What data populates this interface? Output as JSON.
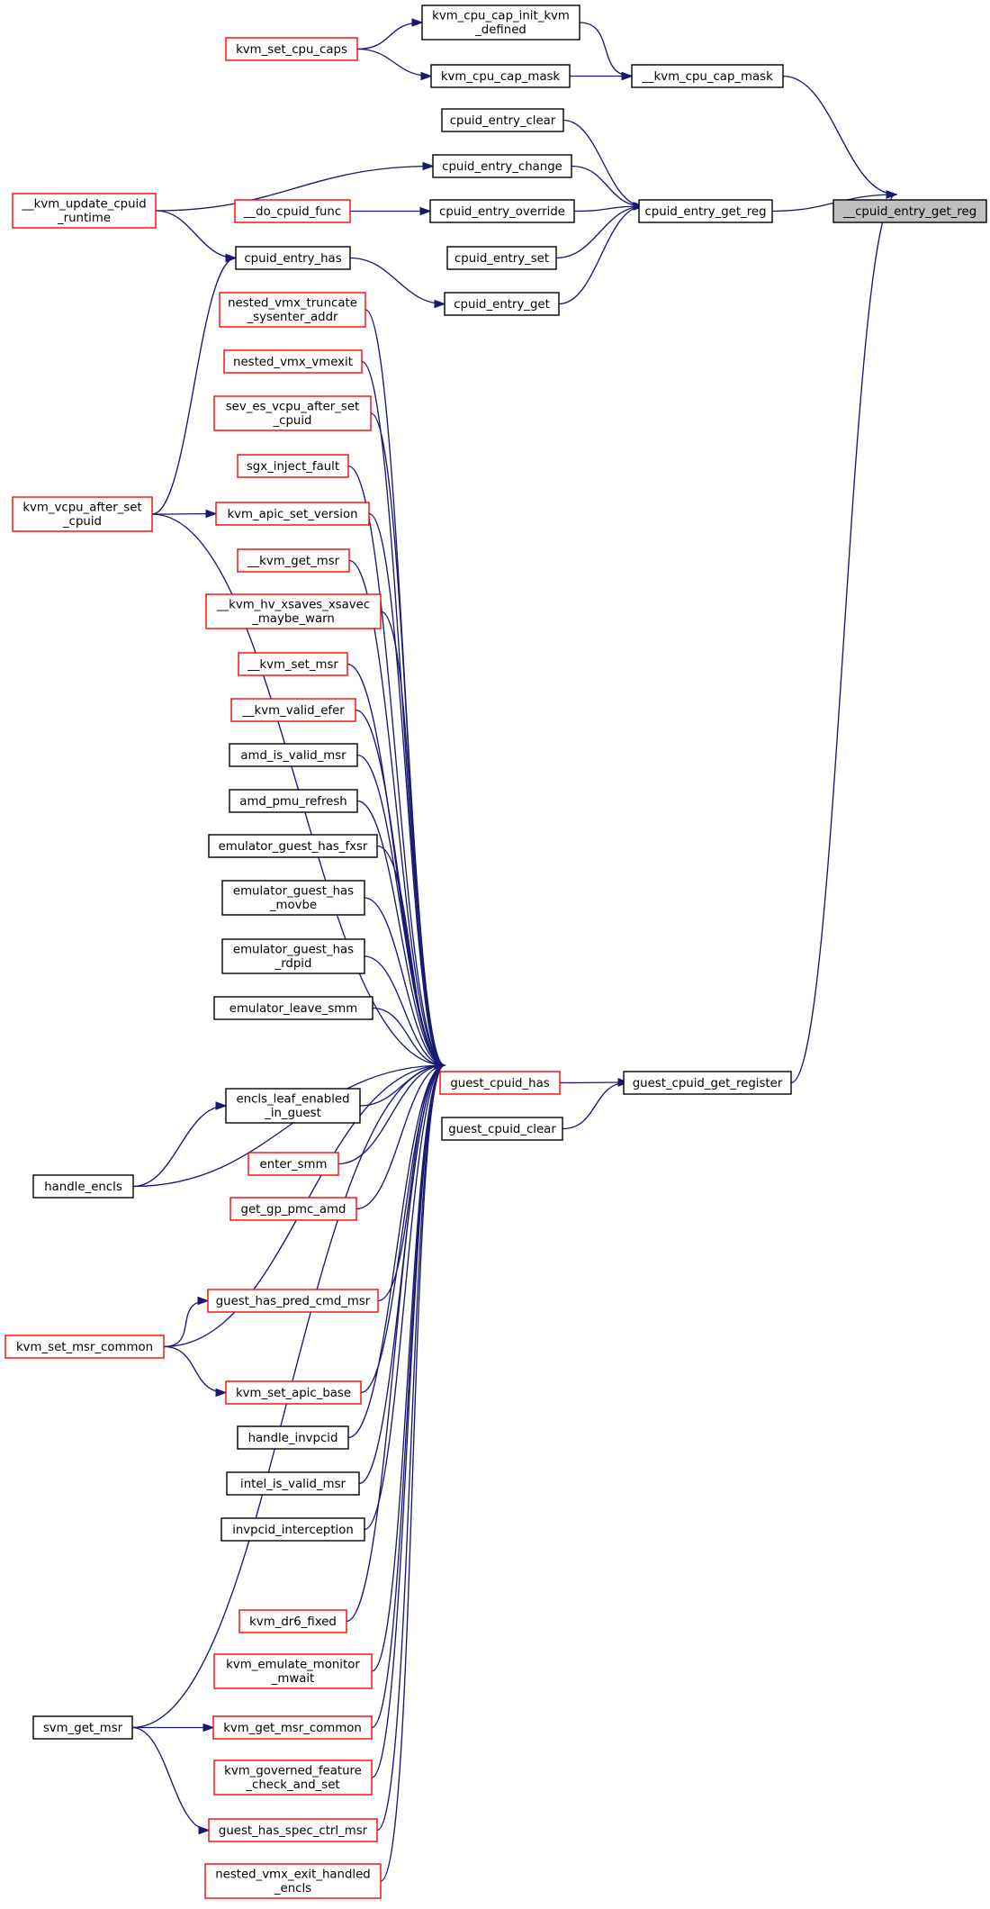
{
  "colors": {
    "edge": "#191970",
    "border_black": "#000000",
    "border_red": "#ff0000",
    "root_fill": "#bfbfbf"
  },
  "nodes": [
    {
      "id": "cpuid_entry_get_reg_root",
      "lines": [
        "__cpuid_entry_get_reg"
      ],
      "border": "black",
      "root": true
    },
    {
      "id": "kvm_cpu_cap_mask_u",
      "lines": [
        "__kvm_cpu_cap_mask"
      ],
      "border": "black"
    },
    {
      "id": "cpuid_entry_get_reg",
      "lines": [
        "cpuid_entry_get_reg"
      ],
      "border": "black"
    },
    {
      "id": "guest_cpuid_get_register",
      "lines": [
        "guest_cpuid_get_register"
      ],
      "border": "black"
    },
    {
      "id": "kvm_cpu_cap_init_kvm_defined",
      "lines": [
        "kvm_cpu_cap_init_kvm",
        "_defined"
      ],
      "border": "black"
    },
    {
      "id": "kvm_cpu_cap_mask",
      "lines": [
        "kvm_cpu_cap_mask"
      ],
      "border": "black"
    },
    {
      "id": "kvm_set_cpu_caps",
      "lines": [
        "kvm_set_cpu_caps"
      ],
      "border": "red"
    },
    {
      "id": "cpuid_entry_clear",
      "lines": [
        "cpuid_entry_clear"
      ],
      "border": "black"
    },
    {
      "id": "cpuid_entry_change",
      "lines": [
        "cpuid_entry_change"
      ],
      "border": "black"
    },
    {
      "id": "cpuid_entry_override",
      "lines": [
        "cpuid_entry_override"
      ],
      "border": "black"
    },
    {
      "id": "cpuid_entry_set",
      "lines": [
        "cpuid_entry_set"
      ],
      "border": "black"
    },
    {
      "id": "cpuid_entry_get",
      "lines": [
        "cpuid_entry_get"
      ],
      "border": "black"
    },
    {
      "id": "kvm_update_cpuid_runtime",
      "lines": [
        "__kvm_update_cpuid",
        "_runtime"
      ],
      "border": "red"
    },
    {
      "id": "do_cpuid_func",
      "lines": [
        "__do_cpuid_func"
      ],
      "border": "red"
    },
    {
      "id": "cpuid_entry_has",
      "lines": [
        "cpuid_entry_has"
      ],
      "border": "black"
    },
    {
      "id": "kvm_vcpu_after_set_cpuid",
      "lines": [
        "kvm_vcpu_after_set",
        "_cpuid"
      ],
      "border": "red"
    },
    {
      "id": "guest_cpuid_has",
      "lines": [
        "guest_cpuid_has"
      ],
      "border": "red"
    },
    {
      "id": "guest_cpuid_clear",
      "lines": [
        "guest_cpuid_clear"
      ],
      "border": "black"
    },
    {
      "id": "nested_vmx_truncate_sysenter_addr",
      "lines": [
        "nested_vmx_truncate",
        "_sysenter_addr"
      ],
      "border": "red"
    },
    {
      "id": "nested_vmx_vmexit",
      "lines": [
        "nested_vmx_vmexit"
      ],
      "border": "red"
    },
    {
      "id": "sev_es_vcpu_after_set_cpuid",
      "lines": [
        "sev_es_vcpu_after_set",
        "_cpuid"
      ],
      "border": "red"
    },
    {
      "id": "sgx_inject_fault",
      "lines": [
        "sgx_inject_fault"
      ],
      "border": "red"
    },
    {
      "id": "kvm_apic_set_version",
      "lines": [
        "kvm_apic_set_version"
      ],
      "border": "red"
    },
    {
      "id": "kvm_get_msr_u",
      "lines": [
        "__kvm_get_msr"
      ],
      "border": "red"
    },
    {
      "id": "kvm_hv_xsaves_xsavec_maybe_warn",
      "lines": [
        "__kvm_hv_xsaves_xsavec",
        "_maybe_warn"
      ],
      "border": "red"
    },
    {
      "id": "kvm_set_msr_u",
      "lines": [
        "__kvm_set_msr"
      ],
      "border": "red"
    },
    {
      "id": "kvm_valid_efer",
      "lines": [
        "__kvm_valid_efer"
      ],
      "border": "red"
    },
    {
      "id": "amd_is_valid_msr",
      "lines": [
        "amd_is_valid_msr"
      ],
      "border": "black"
    },
    {
      "id": "amd_pmu_refresh",
      "lines": [
        "amd_pmu_refresh"
      ],
      "border": "black"
    },
    {
      "id": "emulator_guest_has_fxsr",
      "lines": [
        "emulator_guest_has_fxsr"
      ],
      "border": "black"
    },
    {
      "id": "emulator_guest_has_movbe",
      "lines": [
        "emulator_guest_has",
        "_movbe"
      ],
      "border": "black"
    },
    {
      "id": "emulator_guest_has_rdpid",
      "lines": [
        "emulator_guest_has",
        "_rdpid"
      ],
      "border": "black"
    },
    {
      "id": "emulator_leave_smm",
      "lines": [
        "emulator_leave_smm"
      ],
      "border": "black"
    },
    {
      "id": "encls_leaf_enabled_in_guest",
      "lines": [
        "encls_leaf_enabled",
        "_in_guest"
      ],
      "border": "black"
    },
    {
      "id": "enter_smm",
      "lines": [
        "enter_smm"
      ],
      "border": "red"
    },
    {
      "id": "get_gp_pmc_amd",
      "lines": [
        "get_gp_pmc_amd"
      ],
      "border": "red"
    },
    {
      "id": "handle_encls",
      "lines": [
        "handle_encls"
      ],
      "border": "black"
    },
    {
      "id": "guest_has_pred_cmd_msr",
      "lines": [
        "guest_has_pred_cmd_msr"
      ],
      "border": "red"
    },
    {
      "id": "kvm_set_msr_common",
      "lines": [
        "kvm_set_msr_common"
      ],
      "border": "red"
    },
    {
      "id": "kvm_set_apic_base",
      "lines": [
        "kvm_set_apic_base"
      ],
      "border": "red"
    },
    {
      "id": "handle_invpcid",
      "lines": [
        "handle_invpcid"
      ],
      "border": "black"
    },
    {
      "id": "intel_is_valid_msr",
      "lines": [
        "intel_is_valid_msr"
      ],
      "border": "black"
    },
    {
      "id": "invpcid_interception",
      "lines": [
        "invpcid_interception"
      ],
      "border": "black"
    },
    {
      "id": "kvm_dr6_fixed",
      "lines": [
        "kvm_dr6_fixed"
      ],
      "border": "red"
    },
    {
      "id": "kvm_emulate_monitor_mwait",
      "lines": [
        "kvm_emulate_monitor",
        "_mwait"
      ],
      "border": "red"
    },
    {
      "id": "svm_get_msr",
      "lines": [
        "svm_get_msr"
      ],
      "border": "black"
    },
    {
      "id": "kvm_get_msr_common",
      "lines": [
        "kvm_get_msr_common"
      ],
      "border": "red"
    },
    {
      "id": "kvm_governed_feature_check_and_set",
      "lines": [
        "kvm_governed_feature",
        "_check_and_set"
      ],
      "border": "red"
    },
    {
      "id": "guest_has_spec_ctrl_msr",
      "lines": [
        "guest_has_spec_ctrl_msr"
      ],
      "border": "red"
    },
    {
      "id": "nested_vmx_exit_handled_encls",
      "lines": [
        "nested_vmx_exit_handled",
        "_encls"
      ],
      "border": "red"
    }
  ],
  "edges": [
    [
      "kvm_cpu_cap_mask_u",
      "cpuid_entry_get_reg_root"
    ],
    [
      "cpuid_entry_get_reg",
      "cpuid_entry_get_reg_root"
    ],
    [
      "guest_cpuid_get_register",
      "cpuid_entry_get_reg_root"
    ],
    [
      "kvm_cpu_cap_init_kvm_defined",
      "kvm_cpu_cap_mask_u"
    ],
    [
      "kvm_cpu_cap_mask",
      "kvm_cpu_cap_mask_u"
    ],
    [
      "kvm_set_cpu_caps",
      "kvm_cpu_cap_init_kvm_defined"
    ],
    [
      "kvm_set_cpu_caps",
      "kvm_cpu_cap_mask"
    ],
    [
      "cpuid_entry_clear",
      "cpuid_entry_get_reg"
    ],
    [
      "cpuid_entry_change",
      "cpuid_entry_get_reg"
    ],
    [
      "cpuid_entry_override",
      "cpuid_entry_get_reg"
    ],
    [
      "cpuid_entry_set",
      "cpuid_entry_get_reg"
    ],
    [
      "cpuid_entry_get",
      "cpuid_entry_get_reg"
    ],
    [
      "kvm_update_cpuid_runtime",
      "cpuid_entry_change"
    ],
    [
      "kvm_update_cpuid_runtime",
      "cpuid_entry_has"
    ],
    [
      "do_cpuid_func",
      "cpuid_entry_override"
    ],
    [
      "cpuid_entry_has",
      "cpuid_entry_get"
    ],
    [
      "kvm_vcpu_after_set_cpuid",
      "cpuid_entry_has"
    ],
    [
      "kvm_vcpu_after_set_cpuid",
      "kvm_apic_set_version"
    ],
    [
      "kvm_vcpu_after_set_cpuid",
      "guest_cpuid_has"
    ],
    [
      "guest_cpuid_has",
      "guest_cpuid_get_register"
    ],
    [
      "guest_cpuid_clear",
      "guest_cpuid_get_register"
    ],
    [
      "nested_vmx_truncate_sysenter_addr",
      "guest_cpuid_has"
    ],
    [
      "nested_vmx_vmexit",
      "guest_cpuid_has"
    ],
    [
      "sev_es_vcpu_after_set_cpuid",
      "guest_cpuid_has"
    ],
    [
      "sgx_inject_fault",
      "guest_cpuid_has"
    ],
    [
      "kvm_apic_set_version",
      "guest_cpuid_has"
    ],
    [
      "kvm_get_msr_u",
      "guest_cpuid_has"
    ],
    [
      "kvm_hv_xsaves_xsavec_maybe_warn",
      "guest_cpuid_has"
    ],
    [
      "kvm_set_msr_u",
      "guest_cpuid_has"
    ],
    [
      "kvm_valid_efer",
      "guest_cpuid_has"
    ],
    [
      "amd_is_valid_msr",
      "guest_cpuid_has"
    ],
    [
      "amd_pmu_refresh",
      "guest_cpuid_has"
    ],
    [
      "emulator_guest_has_fxsr",
      "guest_cpuid_has"
    ],
    [
      "emulator_guest_has_movbe",
      "guest_cpuid_has"
    ],
    [
      "emulator_guest_has_rdpid",
      "guest_cpuid_has"
    ],
    [
      "emulator_leave_smm",
      "guest_cpuid_has"
    ],
    [
      "encls_leaf_enabled_in_guest",
      "guest_cpuid_has"
    ],
    [
      "enter_smm",
      "guest_cpuid_has"
    ],
    [
      "get_gp_pmc_amd",
      "guest_cpuid_has"
    ],
    [
      "handle_encls",
      "guest_cpuid_has"
    ],
    [
      "handle_encls",
      "encls_leaf_enabled_in_guest"
    ],
    [
      "guest_has_pred_cmd_msr",
      "guest_cpuid_has"
    ],
    [
      "kvm_set_msr_common",
      "guest_has_pred_cmd_msr"
    ],
    [
      "kvm_set_msr_common",
      "guest_cpuid_has"
    ],
    [
      "kvm_set_msr_common",
      "kvm_set_apic_base"
    ],
    [
      "kvm_set_apic_base",
      "guest_cpuid_has"
    ],
    [
      "handle_invpcid",
      "guest_cpuid_has"
    ],
    [
      "intel_is_valid_msr",
      "guest_cpuid_has"
    ],
    [
      "invpcid_interception",
      "guest_cpuid_has"
    ],
    [
      "svm_get_msr",
      "guest_cpuid_has"
    ],
    [
      "kvm_dr6_fixed",
      "guest_cpuid_has"
    ],
    [
      "kvm_emulate_monitor_mwait",
      "guest_cpuid_has"
    ],
    [
      "svm_get_msr",
      "kvm_get_msr_common"
    ],
    [
      "svm_get_msr",
      "guest_has_spec_ctrl_msr"
    ],
    [
      "kvm_get_msr_common",
      "guest_cpuid_has"
    ],
    [
      "kvm_governed_feature_check_and_set",
      "guest_cpuid_has"
    ],
    [
      "guest_has_spec_ctrl_msr",
      "guest_cpuid_has"
    ],
    [
      "nested_vmx_exit_handled_encls",
      "guest_cpuid_has"
    ]
  ]
}
